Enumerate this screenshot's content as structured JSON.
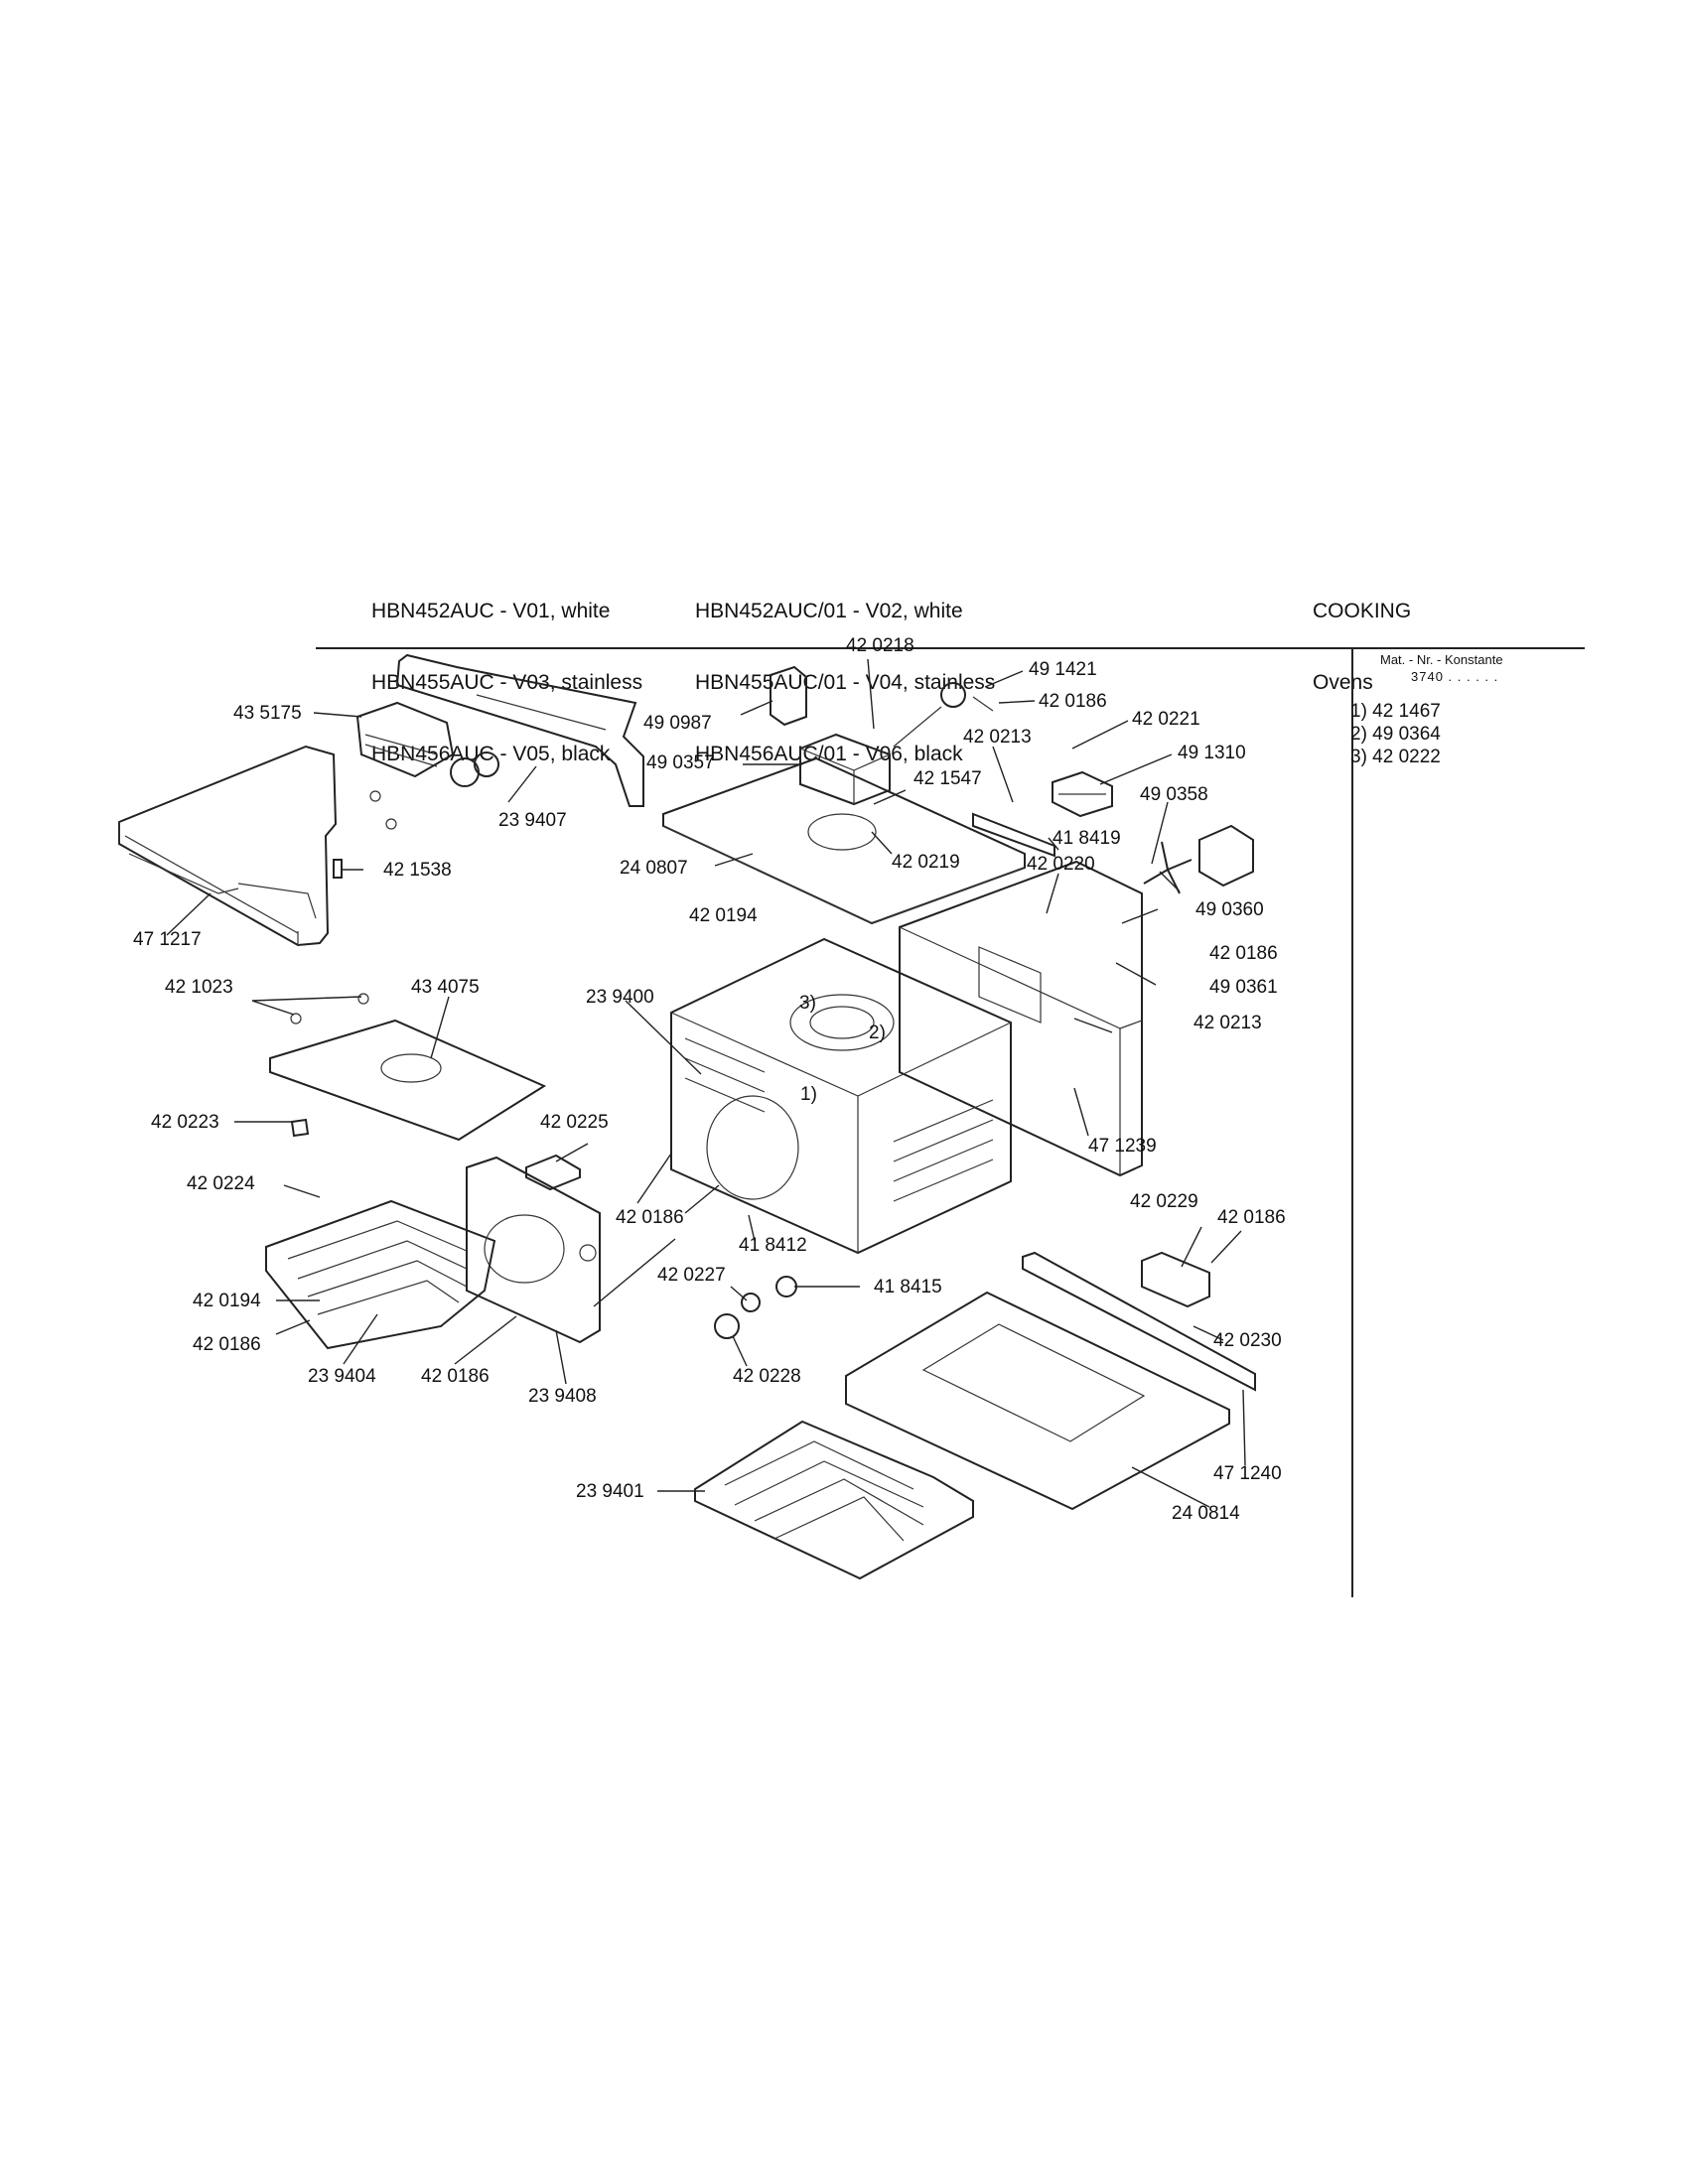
{
  "header": {
    "models_left": [
      "HBN452AUC - V01, white",
      "HBN455AUC - V03, stainless",
      "HBN456AUC - V05, black"
    ],
    "models_right": [
      "HBN452AUC/01 - V02, white",
      "HBN455AUC/01 - V04, stainless",
      "HBN456AUC/01 - V06, black"
    ],
    "category": [
      "COOKING",
      "Ovens"
    ]
  },
  "side_panel": {
    "title": "Mat. - Nr. - Konstante",
    "constant": "3740 . .   . . . .",
    "footnotes": [
      "1) 42 1467",
      "2) 49 0364",
      "3) 42 0222"
    ]
  },
  "callouts": [
    {
      "id": "c435175",
      "text": "43 5175"
    },
    {
      "id": "c239407",
      "text": "23 9407"
    },
    {
      "id": "c421538",
      "text": "42 1538"
    },
    {
      "id": "c471217",
      "text": "47 1217"
    },
    {
      "id": "c490987",
      "text": "49 0987"
    },
    {
      "id": "c420218",
      "text": "42 0218"
    },
    {
      "id": "c491421",
      "text": "49 1421"
    },
    {
      "id": "c420186a",
      "text": "42 0186"
    },
    {
      "id": "c420221",
      "text": "42 0221"
    },
    {
      "id": "c490357",
      "text": "49 0357"
    },
    {
      "id": "c420213a",
      "text": "42 0213"
    },
    {
      "id": "c491310",
      "text": "49 1310"
    },
    {
      "id": "c421547",
      "text": "42 1547"
    },
    {
      "id": "c490358",
      "text": "49 0358"
    },
    {
      "id": "c240807",
      "text": "24 0807"
    },
    {
      "id": "c418419",
      "text": "41 8419"
    },
    {
      "id": "c420219",
      "text": "42 0219"
    },
    {
      "id": "c420220",
      "text": "42 0220"
    },
    {
      "id": "c420194a",
      "text": "42 0194"
    },
    {
      "id": "c490360",
      "text": "49 0360"
    },
    {
      "id": "c420186b",
      "text": "42 0186"
    },
    {
      "id": "c490361",
      "text": "49 0361"
    },
    {
      "id": "c420213b",
      "text": "42 0213"
    },
    {
      "id": "c421023",
      "text": "42 1023"
    },
    {
      "id": "c434075",
      "text": "43 4075"
    },
    {
      "id": "c239400",
      "text": "23 9400"
    },
    {
      "id": "c3",
      "text": "3)"
    },
    {
      "id": "c2",
      "text": "2)"
    },
    {
      "id": "c1",
      "text": "1)"
    },
    {
      "id": "c471239",
      "text": "47 1239"
    },
    {
      "id": "c420223",
      "text": "42 0223"
    },
    {
      "id": "c420225",
      "text": "42 0225"
    },
    {
      "id": "c420224",
      "text": "42 0224"
    },
    {
      "id": "c420186c",
      "text": "42 0186"
    },
    {
      "id": "c418412",
      "text": "41 8412"
    },
    {
      "id": "c420229",
      "text": "42 0229"
    },
    {
      "id": "c420186d",
      "text": "42 0186"
    },
    {
      "id": "c420227",
      "text": "42 0227"
    },
    {
      "id": "c418415",
      "text": "41 8415"
    },
    {
      "id": "c420194b",
      "text": "42 0194"
    },
    {
      "id": "c420230",
      "text": "42 0230"
    },
    {
      "id": "c420186e",
      "text": "42 0186"
    },
    {
      "id": "c420228",
      "text": "42 0228"
    },
    {
      "id": "c239404",
      "text": "23 9404"
    },
    {
      "id": "c420186f",
      "text": "42 0186"
    },
    {
      "id": "c239408",
      "text": "23 9408"
    },
    {
      "id": "c471240",
      "text": "47 1240"
    },
    {
      "id": "c239401",
      "text": "23 9401"
    },
    {
      "id": "c240814",
      "text": "24 0814"
    }
  ]
}
